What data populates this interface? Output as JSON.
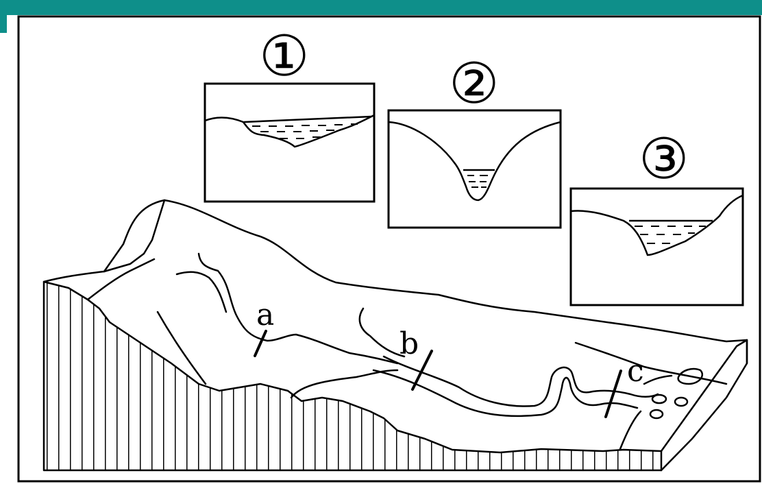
{
  "sections": {
    "one": "①",
    "two": "②",
    "three": "③"
  },
  "points": {
    "a": "a",
    "b": "b",
    "c": "c"
  },
  "colors": {
    "header": "#0e8f8a",
    "line": "#000000"
  }
}
